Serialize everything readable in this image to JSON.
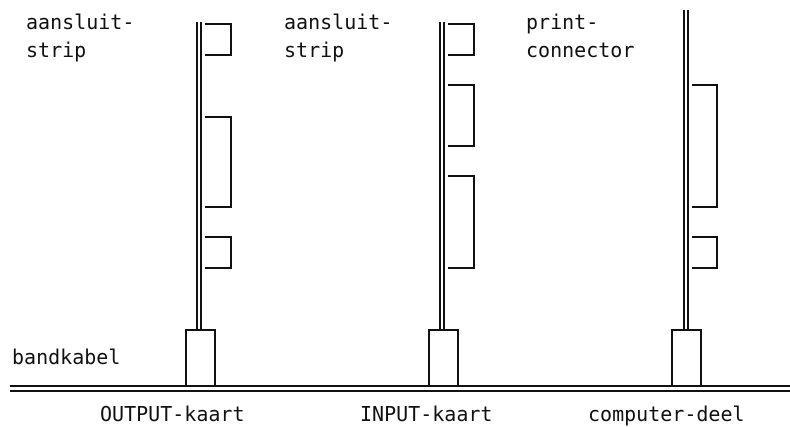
{
  "labels": {
    "left_top_line1": "aansluit-",
    "left_top_line2": "strip",
    "mid_top_line1": "aansluit-",
    "mid_top_line2": "strip",
    "right_top_line1": "print-",
    "right_top_line2": "connector",
    "cable": "bandkabel"
  },
  "cards": [
    {
      "name": "OUTPUT-kaart"
    },
    {
      "name": "INPUT-kaart"
    },
    {
      "name": "computer-deel"
    }
  ],
  "colors": {
    "ink": "#111111",
    "background": "#ffffff"
  }
}
